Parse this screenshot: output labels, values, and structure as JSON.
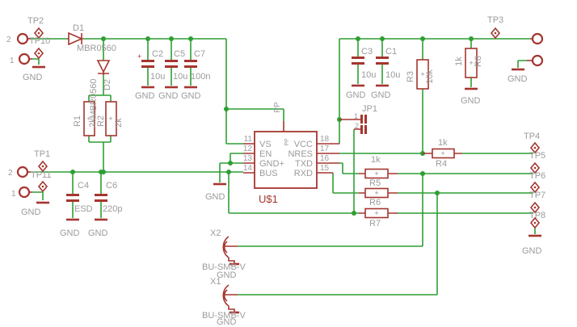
{
  "colors": {
    "wire": "#2f9e33",
    "symbol": "#a5352f",
    "label": "#9b9b9b",
    "background": "#ffffff"
  },
  "labels": {
    "gnd": "GND",
    "plus": "+"
  },
  "pads": {
    "vbat_2": "2",
    "vbat_1": "1",
    "bus_2": "2",
    "bus_1": "1"
  },
  "testpoints": {
    "tp1": "TP1",
    "tp2": "TP2",
    "tp3": "TP3",
    "tp4": "TP4",
    "tp5": "TP5",
    "tp6": "TP6",
    "tp7": "TP7",
    "tp8": "TP8",
    "tp10": "TP10",
    "tp11": "TP11"
  },
  "components": {
    "d1": {
      "name": "D1",
      "value": "MBR0560"
    },
    "d2": {
      "name": "D2",
      "value": "MBR0560"
    },
    "r1": {
      "name": "R1",
      "value": "2k"
    },
    "r2": {
      "name": "R2",
      "value": "2k"
    },
    "r3": {
      "name": "R3",
      "value": "10k"
    },
    "r4": {
      "name": "R4",
      "value": "1k"
    },
    "r5": {
      "name": "R5",
      "value": "1k"
    },
    "r6": {
      "name": "R6"
    },
    "r7": {
      "name": "R7"
    },
    "r8": {
      "name": "R8",
      "value": "1k"
    },
    "c1": {
      "name": "C1",
      "value": "10u"
    },
    "c2": {
      "name": "C2",
      "value": "10u",
      "polarity": "+"
    },
    "c3": {
      "name": "C3",
      "value": "10u"
    },
    "c4": {
      "name": "C4",
      "value": "ESD"
    },
    "c5": {
      "name": "C5",
      "value": "10u"
    },
    "c6": {
      "name": "C6",
      "value": "220p"
    },
    "c7": {
      "name": "C7",
      "value": "100n"
    },
    "jp1": {
      "name": "JP1",
      "pin1": "1",
      "pin2": "2"
    },
    "x1": {
      "name": "X1",
      "value": "BU-SMB-V"
    },
    "x2": {
      "name": "X2",
      "value": "BU-SMB-V"
    },
    "u1": {
      "name": "U$1",
      "top_pin": "PP",
      "left_pins": [
        {
          "num": "11",
          "label": "VS"
        },
        {
          "num": "12",
          "label": "EN"
        },
        {
          "num": "13",
          "label": "GND+"
        },
        {
          "num": "14",
          "label": "BUS"
        }
      ],
      "right_pins": [
        {
          "num": "18",
          "label": "VCC"
        },
        {
          "num": "17",
          "label": "NRES"
        },
        {
          "num": "16",
          "label": "TXD"
        },
        {
          "num": "15",
          "label": "RXD"
        }
      ]
    }
  }
}
